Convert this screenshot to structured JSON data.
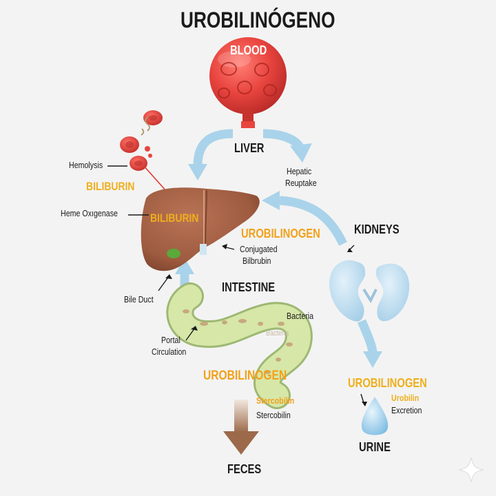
{
  "title": "UROBILINÓGENO",
  "nodes": {
    "blood": "BLOOD",
    "liver": "LIVER",
    "kidneys": "KIDNEYS",
    "intestine": "INTESTINE",
    "feces": "FECES",
    "urine": "URINE"
  },
  "labels": {
    "hemolysis": "Hemolysis",
    "biliburin_left": "BILIBURIN",
    "heme_oxygenase": "Heme Oxıgenase",
    "biliburin_liver": "BILIBURIN",
    "urobilinogen_liver": "UROBILINOGEN",
    "conjugated_line1": "Conjugated",
    "conjugated_line2": "Bilbrubin",
    "hepatic_line1": "Hepatic",
    "hepatic_line2": "Reuptake",
    "bile_duct": "Bile Duct",
    "portal_line1": "Portal",
    "portal_line2": "Circulation",
    "bacteria": "Bacteria",
    "bacteria_faint": "Bacteria",
    "urobilinogen_intestine": "UROBILINOGEN",
    "stercobilin_orange": "Stercobilin",
    "stercobilin_black": "Stercobilin",
    "urobilinogen_kidney": "UROBILINOGEN",
    "urobilin": "Urobilin",
    "excretion": "Excretion"
  },
  "colors": {
    "arrow_blue": "#a9d3ea",
    "blood_red": "#e8443e",
    "liver_brown": "#9e5b3f",
    "intestine_green": "#d6e7a8",
    "kidney_blue": "#b8d9ee",
    "label_orange": "#f2a11a",
    "feces_brown": "#9c6a4a"
  },
  "icons": [
    "sparkle-icon",
    "droplet-icon"
  ]
}
